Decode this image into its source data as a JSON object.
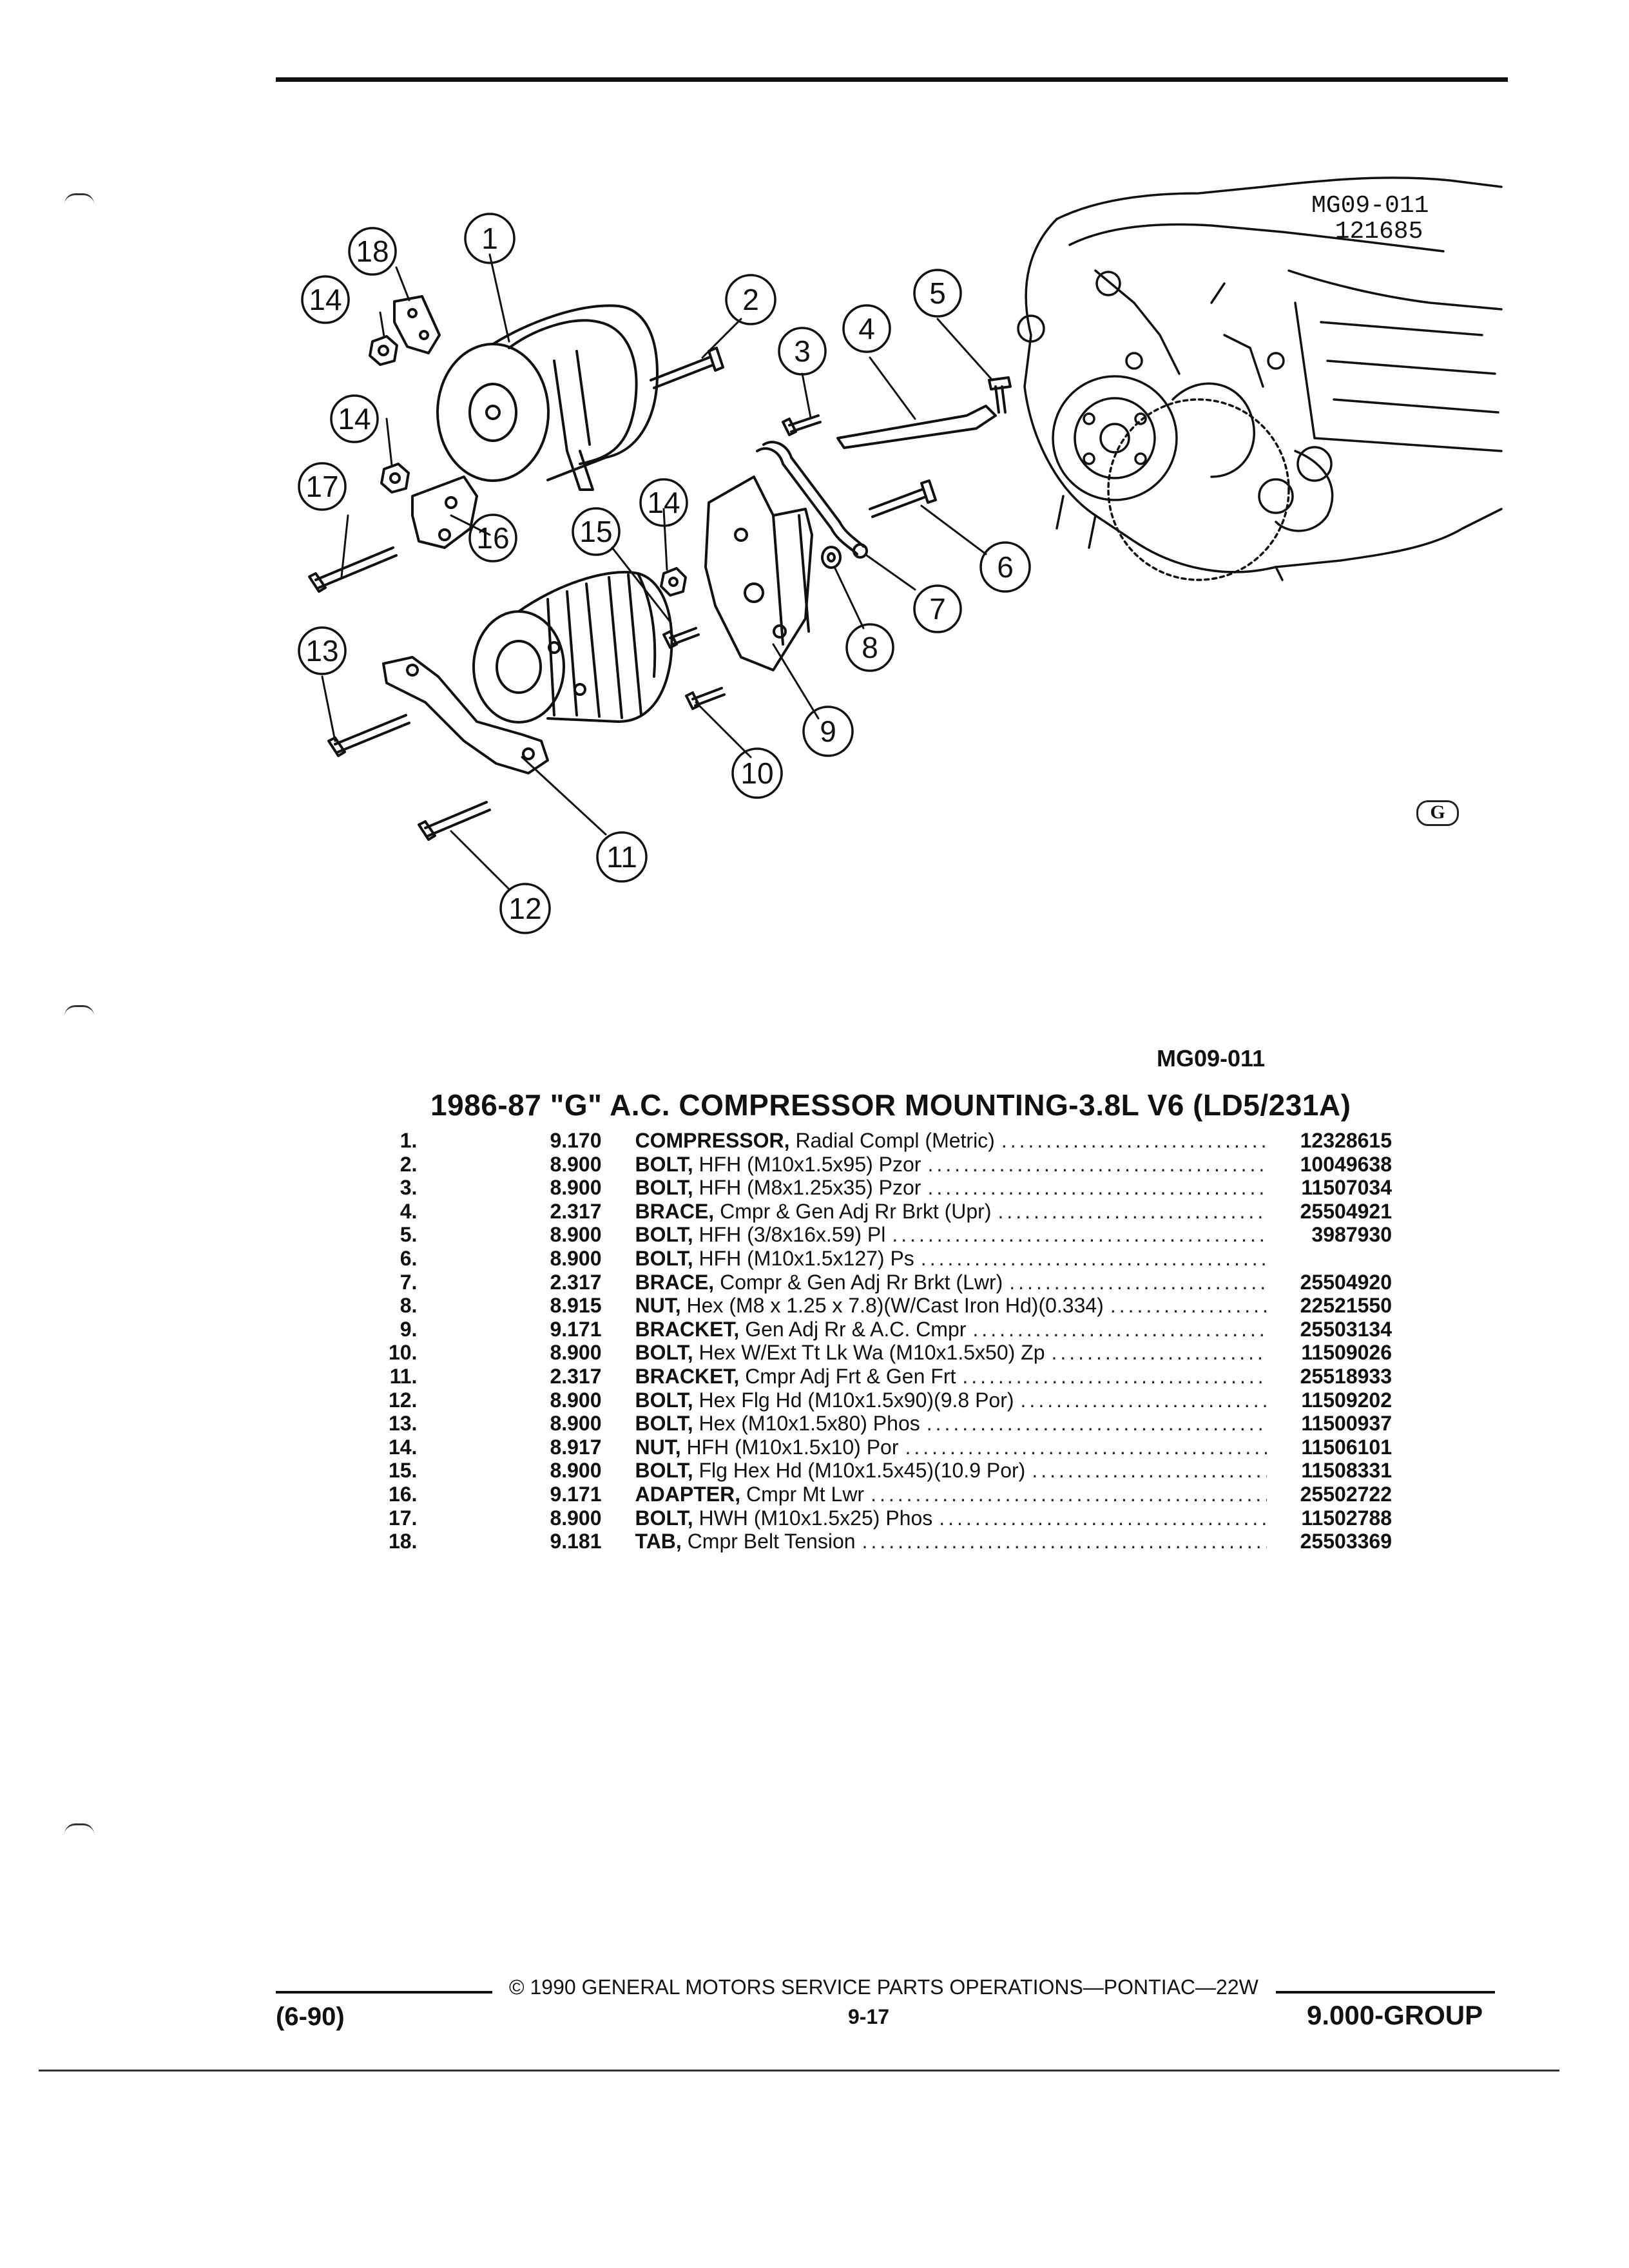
{
  "figure": {
    "code": "MG09-011",
    "date": "121685",
    "reference": "MG09-011",
    "logo_letter": "G",
    "callouts": [
      "1",
      "2",
      "3",
      "4",
      "5",
      "6",
      "7",
      "8",
      "9",
      "10",
      "11",
      "12",
      "13",
      "14",
      "15",
      "16",
      "17",
      "18"
    ]
  },
  "section": {
    "title": "1986-87 \"G\" A.C. COMPRESSOR MOUNTING-3.8L V6 (LD5/231A)"
  },
  "parts": [
    {
      "item": "1.",
      "group": "9.170",
      "noun": "COMPRESSOR,",
      "desc": " Radial Compl (Metric)",
      "part_no": "12328615"
    },
    {
      "item": "2.",
      "group": "8.900",
      "noun": "BOLT,",
      "desc": " HFH (M10x1.5x95) Pzor",
      "part_no": "10049638"
    },
    {
      "item": "3.",
      "group": "8.900",
      "noun": "BOLT,",
      "desc": " HFH (M8x1.25x35) Pzor",
      "part_no": "11507034"
    },
    {
      "item": "4.",
      "group": "2.317",
      "noun": "BRACE,",
      "desc": " Cmpr & Gen Adj Rr Brkt (Upr)",
      "part_no": "25504921"
    },
    {
      "item": "5.",
      "group": "8.900",
      "noun": "BOLT,",
      "desc": " HFH (3/8x16x.59) Pl",
      "part_no": "3987930"
    },
    {
      "item": "6.",
      "group": "8.900",
      "noun": "BOLT,",
      "desc": " HFH (M10x1.5x127) Ps",
      "part_no": ""
    },
    {
      "item": "7.",
      "group": "2.317",
      "noun": "BRACE,",
      "desc": " Compr & Gen Adj Rr Brkt (Lwr)",
      "part_no": "25504920"
    },
    {
      "item": "8.",
      "group": "8.915",
      "noun": "NUT,",
      "desc": " Hex (M8 x 1.25 x 7.8)(W/Cast Iron Hd)(0.334)",
      "part_no": "22521550"
    },
    {
      "item": "9.",
      "group": "9.171",
      "noun": "BRACKET,",
      "desc": " Gen Adj Rr & A.C. Cmpr",
      "part_no": "25503134"
    },
    {
      "item": "10.",
      "group": "8.900",
      "noun": "BOLT,",
      "desc": " Hex W/Ext Tt Lk Wa (M10x1.5x50) Zp",
      "part_no": "11509026"
    },
    {
      "item": "11.",
      "group": "2.317",
      "noun": "BRACKET,",
      "desc": " Cmpr Adj Frt & Gen Frt",
      "part_no": "25518933"
    },
    {
      "item": "12.",
      "group": "8.900",
      "noun": "BOLT,",
      "desc": " Hex Flg Hd (M10x1.5x90)(9.8 Por)",
      "part_no": "11509202"
    },
    {
      "item": "13.",
      "group": "8.900",
      "noun": "BOLT,",
      "desc": " Hex (M10x1.5x80) Phos",
      "part_no": "11500937"
    },
    {
      "item": "14.",
      "group": "8.917",
      "noun": "NUT,",
      "desc": " HFH (M10x1.5x10) Por",
      "part_no": "11506101"
    },
    {
      "item": "15.",
      "group": "8.900",
      "noun": "BOLT,",
      "desc": " Flg Hex Hd (M10x1.5x45)(10.9 Por)",
      "part_no": "11508331"
    },
    {
      "item": "16.",
      "group": "9.171",
      "noun": "ADAPTER,",
      "desc": " Cmpr Mt Lwr",
      "part_no": "25502722"
    },
    {
      "item": "17.",
      "group": "8.900",
      "noun": "BOLT,",
      "desc": " HWH (M10x1.5x25) Phos",
      "part_no": "11502788"
    },
    {
      "item": "18.",
      "group": "9.181",
      "noun": "TAB,",
      "desc": " Cmpr Belt Tension",
      "part_no": "25503369"
    }
  ],
  "footer": {
    "copyright": "© 1990 GENERAL MOTORS SERVICE PARTS OPERATIONS—PONTIAC—22W",
    "date_code": "(6-90)",
    "page": "9-17",
    "group": "9.000-GROUP"
  }
}
